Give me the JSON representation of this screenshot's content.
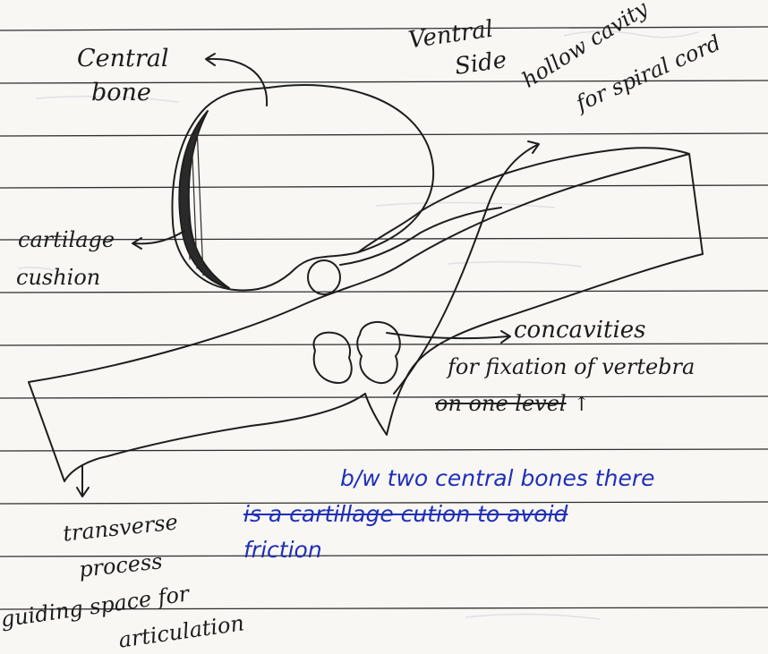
{
  "labels": {
    "central_bone_line1": "Central",
    "central_bone_line2": "bone",
    "ventral_line1": "Ventral",
    "ventral_line2": "Side",
    "hollow_line1": "hollow cavity",
    "hollow_line2": "for spiral cord",
    "cartilage_line1": "cartilage",
    "cartilage_line2": "cushion",
    "concavities": "concavities",
    "fixation_line1": "for fixation of vertebra",
    "fixation_line2": "on one level",
    "fixation_arrow": "↑",
    "transverse_line1": "transverse",
    "transverse_line2": "process",
    "guiding_line1": "guiding space for",
    "guiding_line2": "articulation"
  },
  "note": {
    "line1": "b/w two central bones there",
    "line2": "is a cartillage cution to avoid",
    "line3": "friction"
  },
  "colors": {
    "paper": "#f8f7f4",
    "rule": "#2b2b2b",
    "ink": "#1c1c1c",
    "blue_ink": "#1f2fb8"
  }
}
